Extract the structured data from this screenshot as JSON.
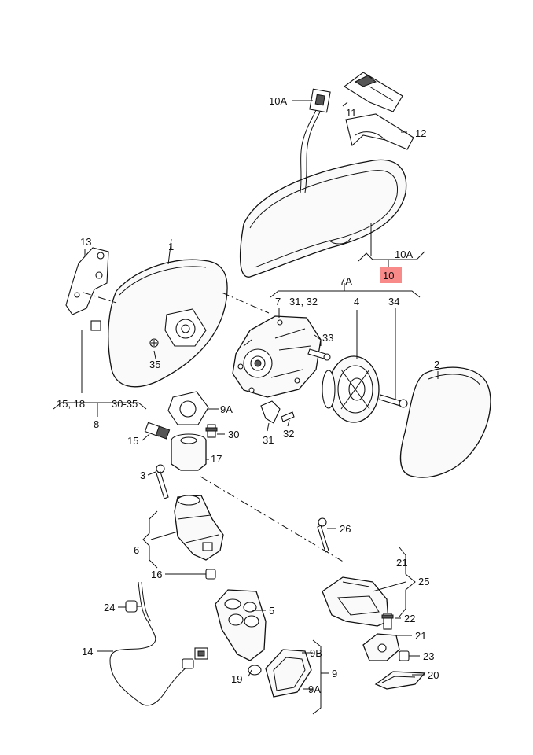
{
  "diagram": {
    "highlight_color": "#f88a8a",
    "labels": {
      "p1": "1",
      "p2": "2",
      "p3": "3",
      "p4": "4",
      "p5": "5",
      "p6": "6",
      "p7": "7",
      "p7a": "7A",
      "p8": "8",
      "p9": "9",
      "p9a_top": "9A",
      "p9a_bottom": "9A",
      "p9b": "9B",
      "p10": "10",
      "p10a_top": "10A",
      "p10a_right": "10A",
      "p11": "11",
      "p12": "12",
      "p13": "13",
      "p14": "14",
      "p15": "15",
      "p15_18": "15, 18",
      "p16": "16",
      "p17": "17",
      "p19": "19",
      "p20": "20",
      "p21a": "21",
      "p21b": "21",
      "p22": "22",
      "p23": "23",
      "p24": "24",
      "p25": "25",
      "p26": "26",
      "p30": "30",
      "p30_35": "30-35",
      "p31": "31",
      "p31_32": "31, 32",
      "p32": "32",
      "p33": "33",
      "p34": "34",
      "p35": "35"
    }
  }
}
